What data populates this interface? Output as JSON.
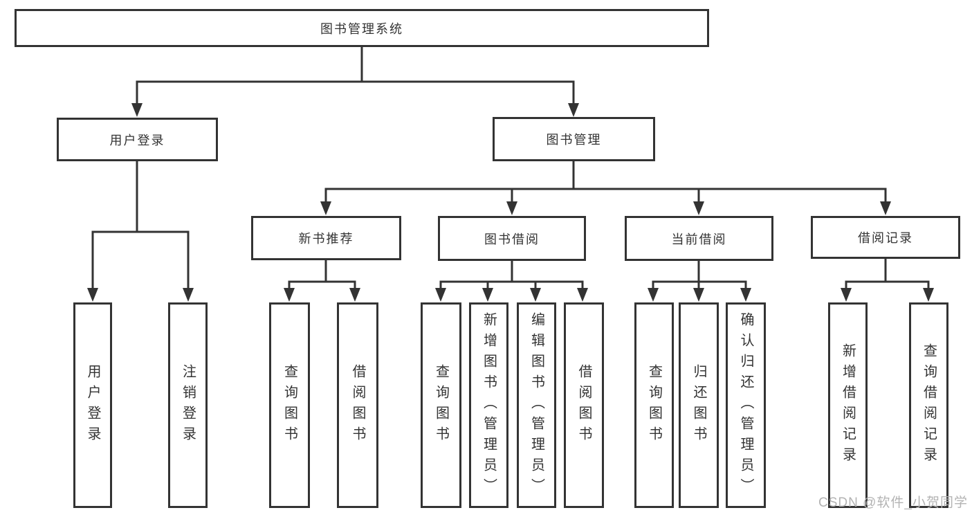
{
  "diagram": {
    "root": {
      "label": "图书管理系统"
    },
    "branches": [
      {
        "label": "用户登录",
        "children": [
          {
            "label": "用户登录"
          },
          {
            "label": "注销登录"
          }
        ]
      },
      {
        "label": "图书管理",
        "children": [
          {
            "label": "新书推荐",
            "children": [
              {
                "label": "查询图书"
              },
              {
                "label": "借阅图书"
              }
            ]
          },
          {
            "label": "图书借阅",
            "children": [
              {
                "label": "查询图书"
              },
              {
                "label": "新增图书（管理员）"
              },
              {
                "label": "编辑图书（管理员）"
              },
              {
                "label": "借阅图书"
              }
            ]
          },
          {
            "label": "当前借阅",
            "children": [
              {
                "label": "查询图书"
              },
              {
                "label": "归还图书"
              },
              {
                "label": "确认归还（管理员）"
              }
            ]
          },
          {
            "label": "借阅记录",
            "children": [
              {
                "label": "新增借阅记录"
              },
              {
                "label": "查询借阅记录"
              }
            ]
          }
        ]
      }
    ]
  },
  "watermark": {
    "text": "CSDN @软件_小贺同学"
  },
  "colors": {
    "line": "#333333",
    "box_border": "#333333",
    "text": "#333333",
    "watermark": "#b3b3b3",
    "background": "#ffffff"
  }
}
